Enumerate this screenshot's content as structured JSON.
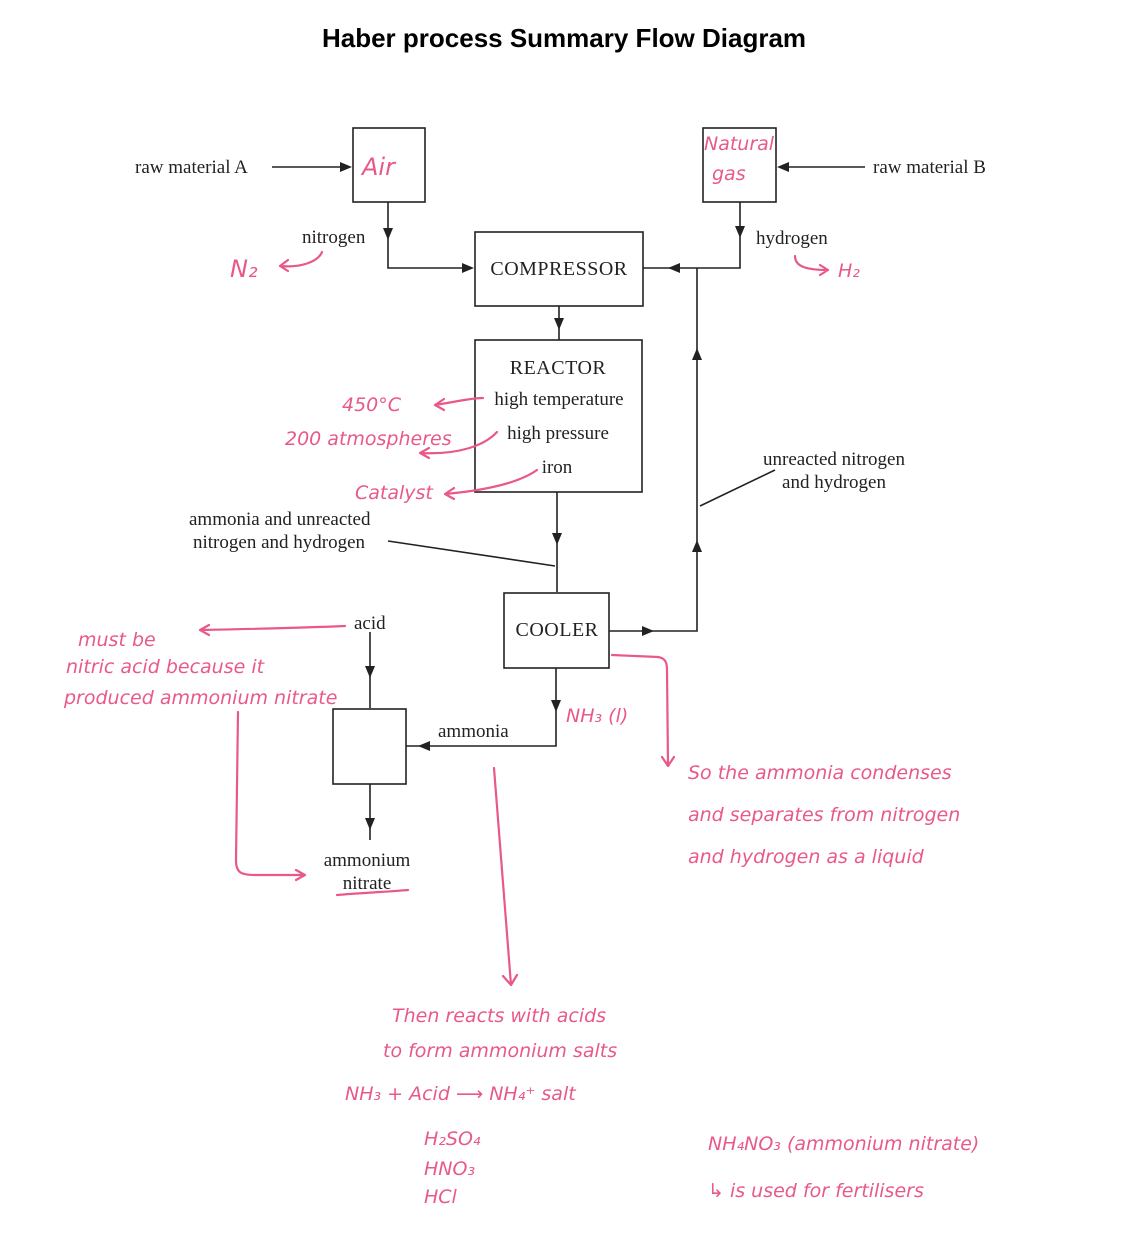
{
  "title": "Haber process Summary Flow Diagram",
  "printed_labels": {
    "raw_material_a": "raw material A",
    "raw_material_b": "raw material B",
    "nitrogen": "nitrogen",
    "hydrogen": "hydrogen",
    "compressor": "COMPRESSOR",
    "reactor": "REACTOR",
    "high_temperature": "high temperature",
    "high_pressure": "high pressure",
    "iron": "iron",
    "unreacted_line1": "unreacted nitrogen",
    "unreacted_line2": "and hydrogen",
    "mixture_line1": "ammonia and unreacted",
    "mixture_line2": "nitrogen and hydrogen",
    "cooler": "COOLER",
    "acid": "acid",
    "ammonia": "ammonia",
    "product_line1": "ammonium",
    "product_line2": "nitrate"
  },
  "handwritten": {
    "air": "Air",
    "natural_gas_line1": "Natural",
    "natural_gas_line2": "gas",
    "n2": "N₂",
    "h2": "H₂",
    "temp": "450°C",
    "pressure": "200 atmospheres",
    "catalyst": "Catalyst",
    "nh3_liquid": "NH₃ (l)",
    "acid_note_line1": "must be",
    "acid_note_line2": "nitric acid because it",
    "acid_note_line3": "produced ammonium nitrate",
    "cooler_note_line1": "So the ammonia condenses",
    "cooler_note_line2": "and separates from nitrogen",
    "cooler_note_line3": "and hydrogen as a liquid",
    "salts_line1": "Then reacts with acids",
    "salts_line2": "to form ammonium salts",
    "equation": "NH₃ + Acid ⟶ NH₄⁺ salt",
    "acid1": "H₂SO₄",
    "acid2": "HNO₃",
    "acid3": "HCl",
    "fertiliser_line1": "NH₄NO₃ (ammonium nitrate)",
    "fertiliser_line2": "↳ is used for fertilisers"
  },
  "colors": {
    "annotation": "#e8598a",
    "ink": "#222222"
  }
}
